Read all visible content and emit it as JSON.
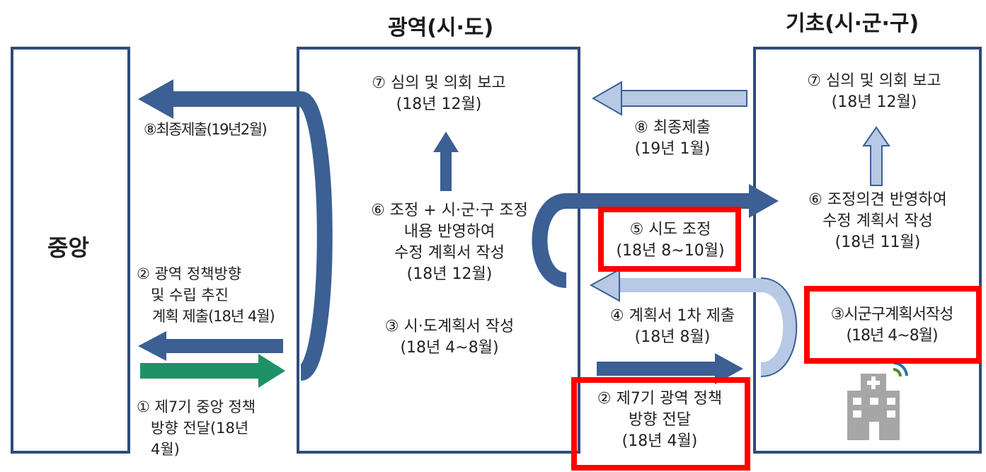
{
  "headers": {
    "regional": "광역(시·도)",
    "basic": "기초(시·군·구)"
  },
  "central": {
    "title": "중앙"
  },
  "regional_items": {
    "step7": [
      "⑦ 심의 및 의회 보고",
      "(18년 12월)"
    ],
    "step6": [
      "⑥ 조정 + 시·군·구 조정",
      "내용 반영하여",
      "수정 계획서 작성",
      "(18년 12월)"
    ],
    "step3": [
      "③ 시·도계획서 작성",
      "(18년  4~8월)"
    ]
  },
  "basic_items": {
    "step7": [
      "⑦ 심의 및 의회 보고",
      "(18년 12월)"
    ],
    "step6": [
      "⑥ 조정의견 반영하여",
      "수정 계획서 작성",
      "(18년 11월)"
    ],
    "step3": [
      "③시군구계획서작성",
      "(18년 4~8월)"
    ]
  },
  "central_regional": {
    "step8": "⑧최종제출(19년2월)",
    "step2": [
      "② 광역 정책방향",
      "및   수립 추진",
      "계획 제출(18년 4월)"
    ],
    "step1": [
      "① 제7기 중앙 정책",
      "방향 전달(18년",
      "4월)"
    ]
  },
  "regional_basic": {
    "step8": [
      "⑧ 최종제출",
      "(19년 1월)"
    ],
    "step5": [
      "⑤ 시도 조정",
      "(18년 8~10월)"
    ],
    "step4": [
      "④ 계획서 1차 제출",
      "(18년  8월)"
    ],
    "step2": [
      "②  제7기 광역 정책",
      "방향 전달",
      "(18년  4월)"
    ]
  },
  "colors": {
    "box_border": "#2e4b7a",
    "arrow_dark": "#3c5f94",
    "arrow_light": "#b7c9e4",
    "arrow_green": "#1f9167",
    "highlight": "#ff0000",
    "hospital_icon": "#a6a6a6",
    "signal_icon": "#4a8a2e"
  },
  "icons": [
    "hospital-icon",
    "signal-icon"
  ]
}
